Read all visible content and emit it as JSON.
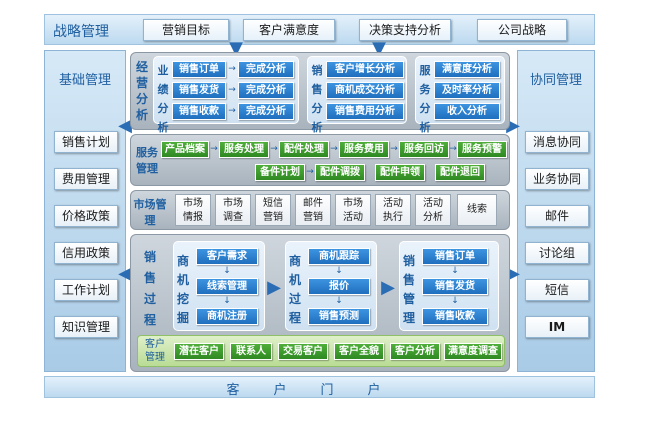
{
  "top": {
    "title": "战略管理",
    "items": [
      "营销目标",
      "客户满意度",
      "决策支持分析",
      "公司战略"
    ]
  },
  "left": {
    "title": "基础管理",
    "items": [
      "销售计划",
      "费用管理",
      "价格政策",
      "信用政策",
      "工作计划",
      "知识管理"
    ]
  },
  "right": {
    "title": "协同管理",
    "items": [
      "消息协同",
      "业务协同",
      "邮件",
      "讨论组",
      "短信",
      "IM"
    ]
  },
  "analysis": {
    "label1": "经营分析",
    "label2": "业绩分析",
    "label3": "销售分析",
    "label4": "服务分析",
    "perf_left": [
      "销售订单",
      "销售发货",
      "销售收款"
    ],
    "perf_right": [
      "完成分析",
      "完成分析",
      "完成分析"
    ],
    "sales": [
      "客户增长分析",
      "商机成交分析",
      "销售费用分析"
    ],
    "service": [
      "满意度分析",
      "及时率分析",
      "收入分析"
    ]
  },
  "service_mgmt": {
    "label": "服务管理",
    "flow": [
      "产品档案",
      "服务处理",
      "配件处理",
      "服务费用",
      "服务回访",
      "服务预警"
    ],
    "row2": [
      "备件计划",
      "配件调拨",
      "配件申领",
      "配件退回"
    ],
    "arrow": "→"
  },
  "market": {
    "label": "市场管理",
    "items": [
      "市场情报",
      "市场调查",
      "短信营销",
      "邮件营销",
      "市场活动",
      "活动执行",
      "活动分析",
      "线索"
    ]
  },
  "sales_process": {
    "label": "销售过程",
    "mining_label": "商机挖掘",
    "process_label": "商机过程",
    "mgmt_label": "销售管理",
    "mining": [
      "客户需求",
      "线索管理",
      "商机注册"
    ],
    "process": [
      "商机跟踪",
      "报价",
      "销售预测"
    ],
    "mgmt": [
      "销售订单",
      "销售发货",
      "销售收款"
    ]
  },
  "customer": {
    "label": "客户管理",
    "items": [
      "潜在客户",
      "联系人",
      "交易客户",
      "客户全貌",
      "客户分析",
      "满意度调查"
    ]
  },
  "portal": {
    "label": "客户门户"
  }
}
